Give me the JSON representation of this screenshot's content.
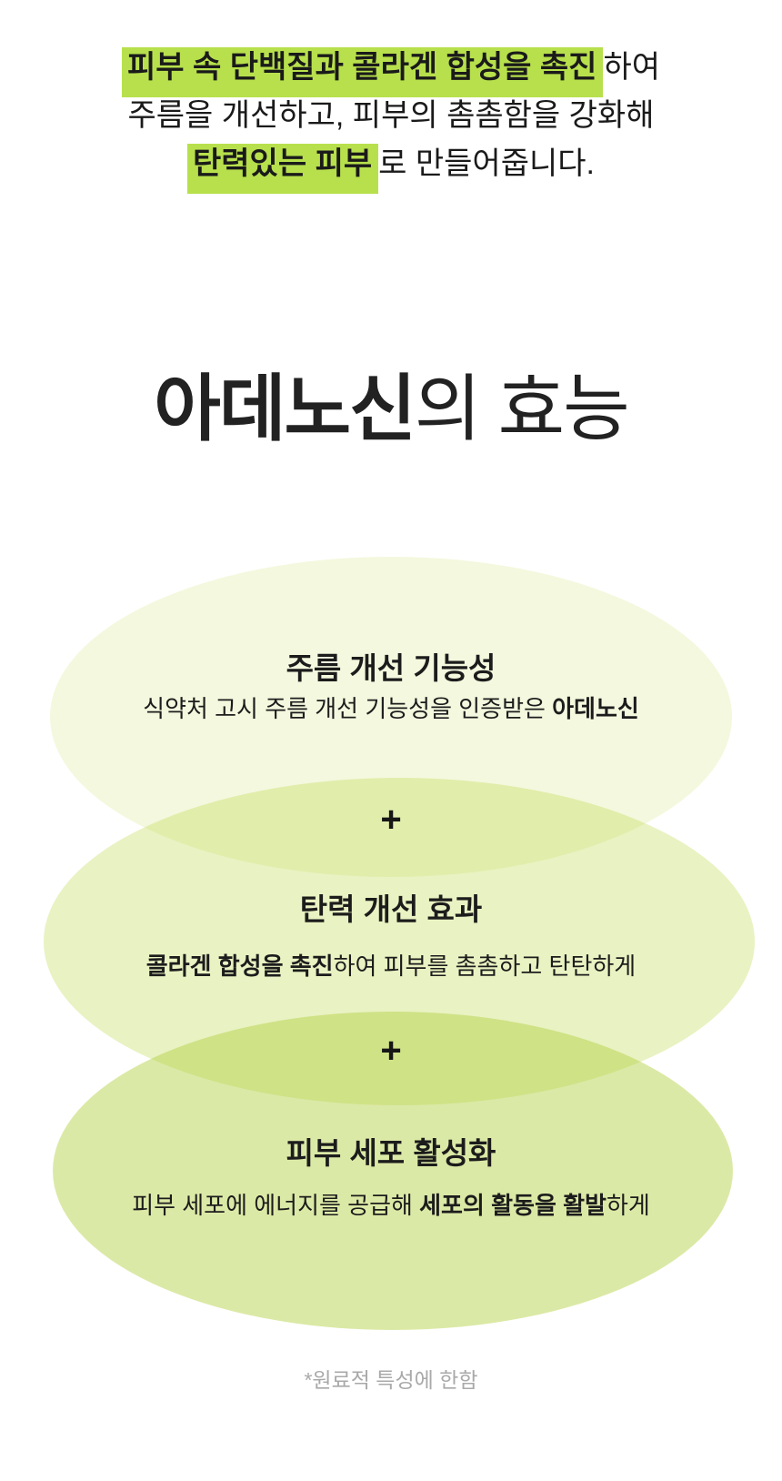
{
  "page": {
    "background": "#ffffff",
    "text_color": "#1a1a1a",
    "highlight_color": "#b7e04c",
    "footnote_color": "#a9a9a9"
  },
  "intro": {
    "line1_highlight": "피부 속 단백질과 콜라겐 합성을 촉진",
    "line1_rest": "하여",
    "line2": "주름을 개선하고, 피부의 촘촘함을 강화해",
    "line3_highlight": "탄력있는 피부",
    "line3_rest": "로 만들어줍니다."
  },
  "heading": {
    "strong": "아데노신",
    "rest": "의 효능"
  },
  "benefits": {
    "plus": "+",
    "ellipse_colors": [
      "rgba(190,215,60,0.17)",
      "rgba(186,214,64,0.32)",
      "rgba(180,210,70,0.48)"
    ],
    "items": [
      {
        "title": "주름 개선 기능성",
        "desc_pre": "식약처 고시 주름 개선 기능성을 인증받은 ",
        "desc_bold": "아데노신",
        "desc_post": ""
      },
      {
        "title": "탄력 개선 효과",
        "desc_pre": "",
        "desc_bold": "콜라겐 합성을 촉진",
        "desc_post": "하여 피부를 촘촘하고 탄탄하게"
      },
      {
        "title": "피부 세포 활성화",
        "desc_pre": "피부 세포에 에너지를 공급해 ",
        "desc_bold": "세포의 활동을 활발",
        "desc_post": "하게"
      }
    ]
  },
  "footnote": "*원료적 특성에 한함"
}
